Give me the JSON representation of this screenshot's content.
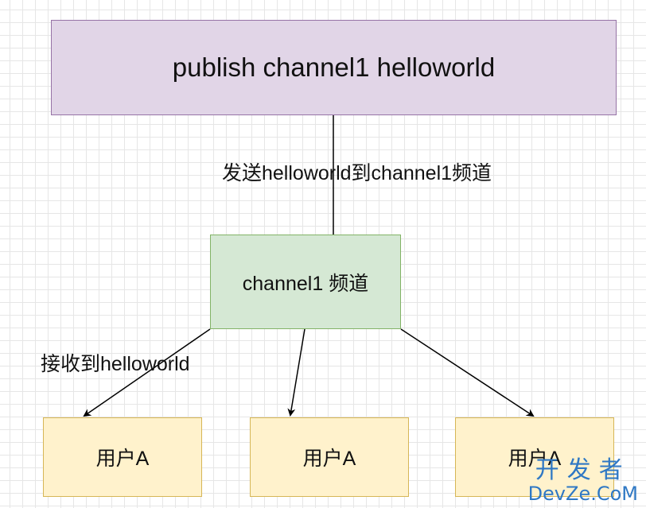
{
  "nodes": {
    "publish": "publish channel1 helloworld",
    "channel": "channel1 频道",
    "users": [
      "用户A",
      "用户A",
      "用户A"
    ]
  },
  "edge_labels": {
    "send": "发送helloworld到channel1频道",
    "receive": "接收到helloworld"
  },
  "watermark": {
    "top": "开发者",
    "bottom": "DevZe.CoM"
  },
  "colors": {
    "publish_fill": "#e1d5e7",
    "publish_border": "#9673a6",
    "channel_fill": "#d5e8d4",
    "channel_border": "#82b366",
    "user_fill": "#fff2cc",
    "user_border": "#d6b656",
    "watermark": "#2f78c4"
  }
}
